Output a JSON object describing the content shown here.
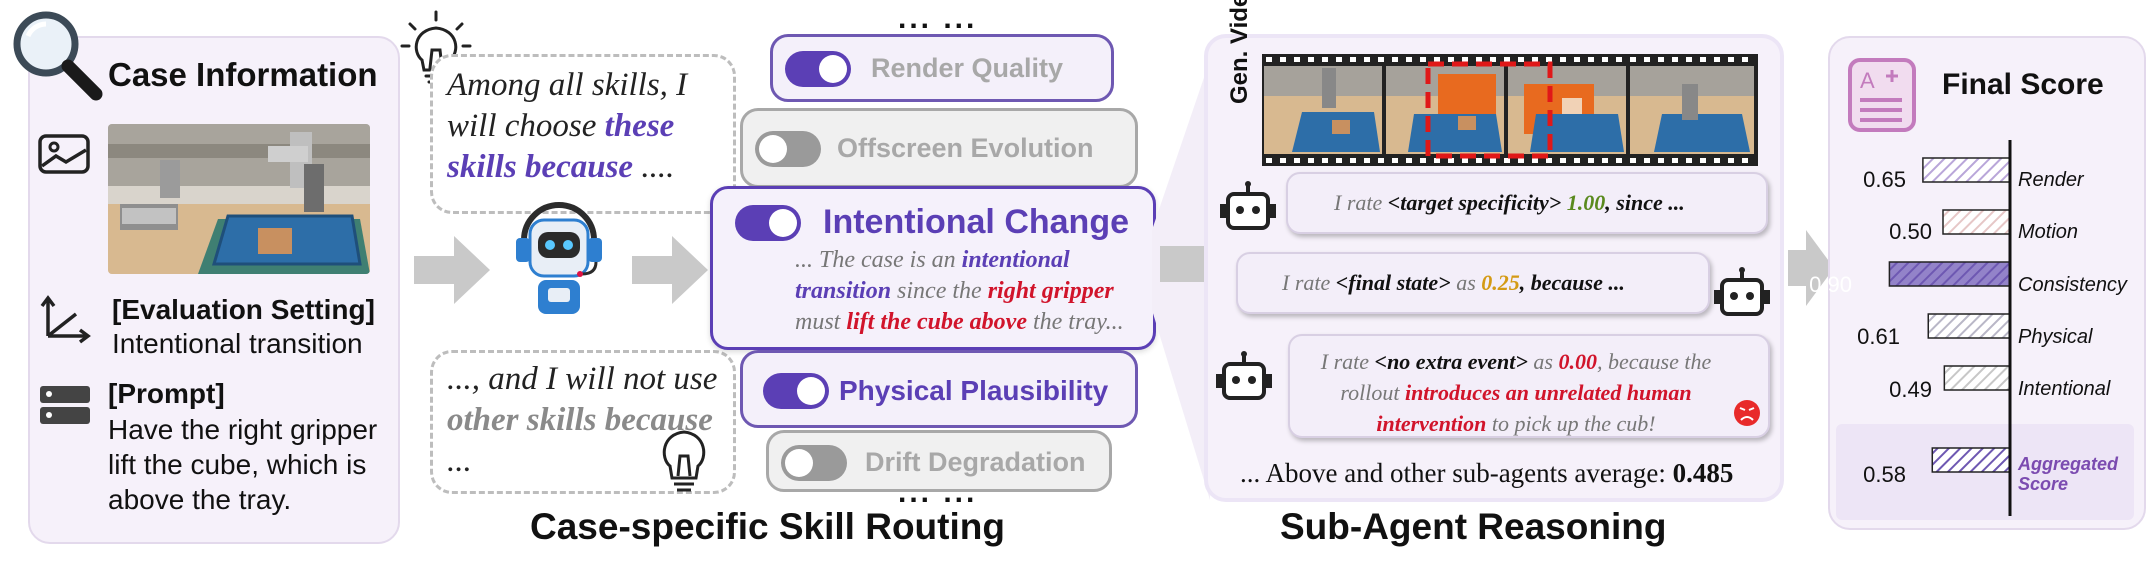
{
  "case_info": {
    "title": "Case Information",
    "eval_heading": "[Evaluation Setting]",
    "eval_value": "Intentional transition",
    "prompt_heading": "[Prompt]",
    "prompt_text": "Have the right gripper lift the cube, which is above the tray."
  },
  "routing": {
    "bubble_top_plain": "Among all skills, I will choose ",
    "bubble_top_em": "these skills because",
    "bubble_top_tail": " ....",
    "bubble_bot_plain_1": "..., and I will not use ",
    "bubble_bot_em": "other skills because",
    "bubble_bot_tail": " ...",
    "dots_top": "... ...",
    "dots_bottom": "... ...",
    "skills": [
      {
        "label": "Render Quality",
        "enabled": true
      },
      {
        "label": "Offscreen Evolution",
        "enabled": false
      },
      {
        "label": "Intentional Change",
        "enabled": true
      },
      {
        "label": "Physical Plausibility",
        "enabled": true
      },
      {
        "label": "Drift Degradation",
        "enabled": false
      }
    ],
    "focus_text": {
      "p1": "... The case is an ",
      "e1": "intentional transition",
      "p2": " since the ",
      "e2": "right gripper",
      "p3": " must ",
      "e3": "lift the cube above",
      "p4": " the tray..."
    },
    "title": "Case-specific Skill Routing"
  },
  "subagent": {
    "video_label": "Gen. Video",
    "r1": {
      "pre": "I rate ",
      "tag": "<target specificity>",
      "mid": " ",
      "score": "1.00",
      "post": ", since ..."
    },
    "r2": {
      "pre": "I rate ",
      "tag": "<final state>",
      "mid": " as ",
      "score": "0.25",
      "post": ", because ..."
    },
    "r3": {
      "pre": "I rate ",
      "tag": "<no extra event>",
      "mid": " as ",
      "score": "0.00",
      "post1": ", because the rollout ",
      "em": "introduces an unrelated human intervention",
      "post2": " to pick up the cub!"
    },
    "avg_text": "... Above and other sub-agents average: ",
    "avg_value": "0.485",
    "title": "Sub-Agent Reasoning"
  },
  "final_score": {
    "title": "Final Score",
    "rows": [
      {
        "label": "Render",
        "value": "0.65",
        "v": 0.65,
        "color": "#b9a6d9"
      },
      {
        "label": "Motion",
        "value": "0.50",
        "v": 0.5,
        "color": "#e6c7c7"
      },
      {
        "label": "Consistency",
        "value": "0.90",
        "v": 0.9,
        "color": "#7c67b8"
      },
      {
        "label": "Physical",
        "value": "0.61",
        "v": 0.61,
        "color": "#b9b7c7"
      },
      {
        "label": "Intentional",
        "value": "0.49",
        "v": 0.49,
        "color": "#c7c7c7"
      }
    ],
    "aggregate": {
      "label": "Aggregated Score",
      "value": "0.58",
      "v": 0.58,
      "color": "#6e58b2"
    }
  },
  "colors": {
    "accent": "#5b3fb5",
    "red": "#d1142b",
    "green": "#5a8a1e",
    "gold": "#d49a14"
  }
}
